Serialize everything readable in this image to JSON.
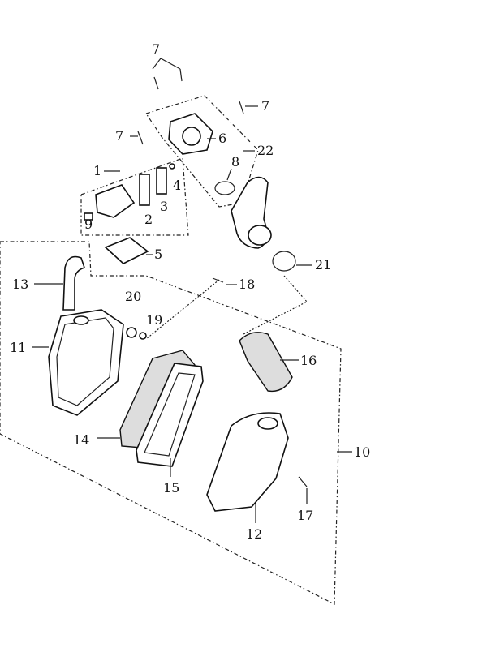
{
  "parts": {
    "p1": "1",
    "p2": "2",
    "p3": "3",
    "p4": "4",
    "p5": "5",
    "p6": "6",
    "p7a": "7",
    "p7b": "7",
    "p7c": "7",
    "p8": "8",
    "p9": "9",
    "p10": "10",
    "p11": "11",
    "p12": "12",
    "p13": "13",
    "p14": "14",
    "p15": "15",
    "p16": "16",
    "p17": "17",
    "p18": "18",
    "p19": "19",
    "p20": "20",
    "p21": "21",
    "p22": "22"
  }
}
